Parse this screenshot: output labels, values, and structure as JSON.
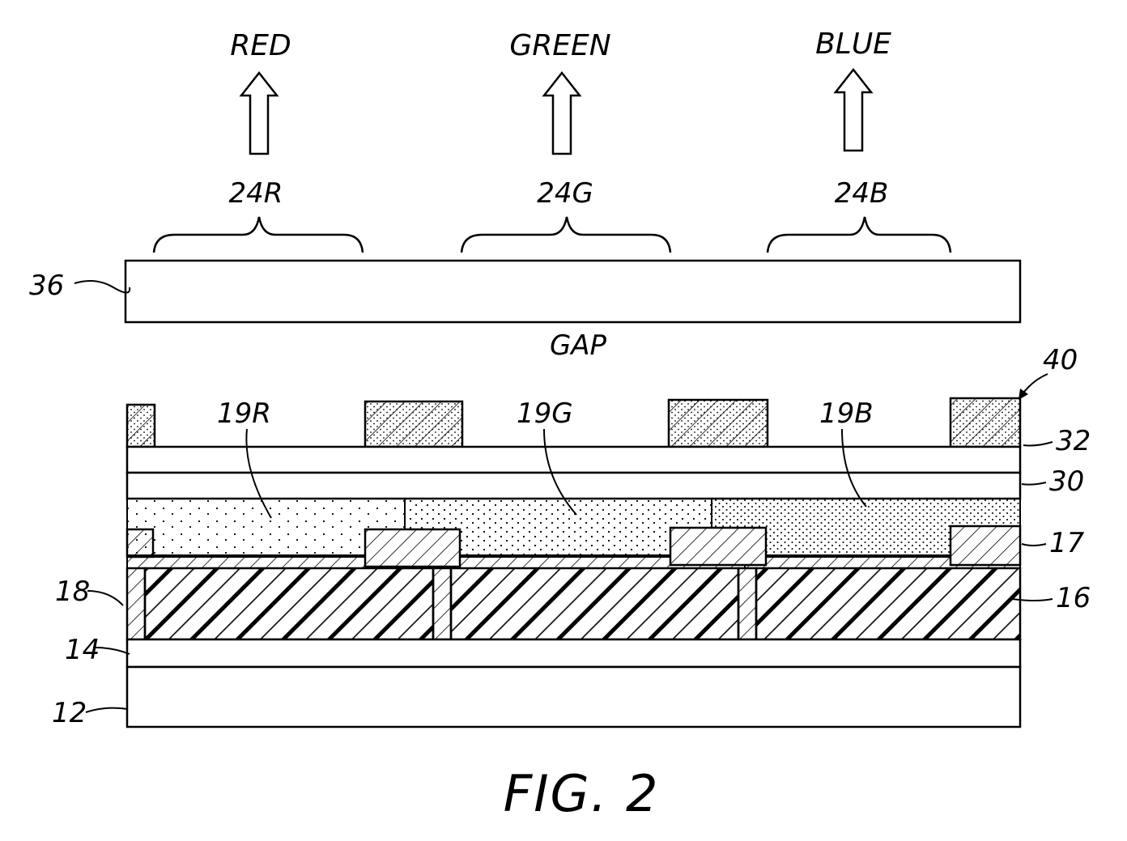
{
  "emissions": [
    {
      "color_word": "RED",
      "region_ref": "24R"
    },
    {
      "color_word": "GREEN",
      "region_ref": "24G"
    },
    {
      "color_word": "BLUE",
      "region_ref": "24B"
    }
  ],
  "top_plate_ref": "36",
  "gap_label": "GAP",
  "layer_refs": {
    "black_matrix": "40",
    "layer_32": "32",
    "layer_30": "30",
    "layer_17": "17",
    "layer_16": "16",
    "layer_18": "18",
    "layer_14": "14",
    "substrate": "12"
  },
  "organic_refs": [
    "19R",
    "19G",
    "19B"
  ],
  "figure_caption": "FIG. 2"
}
